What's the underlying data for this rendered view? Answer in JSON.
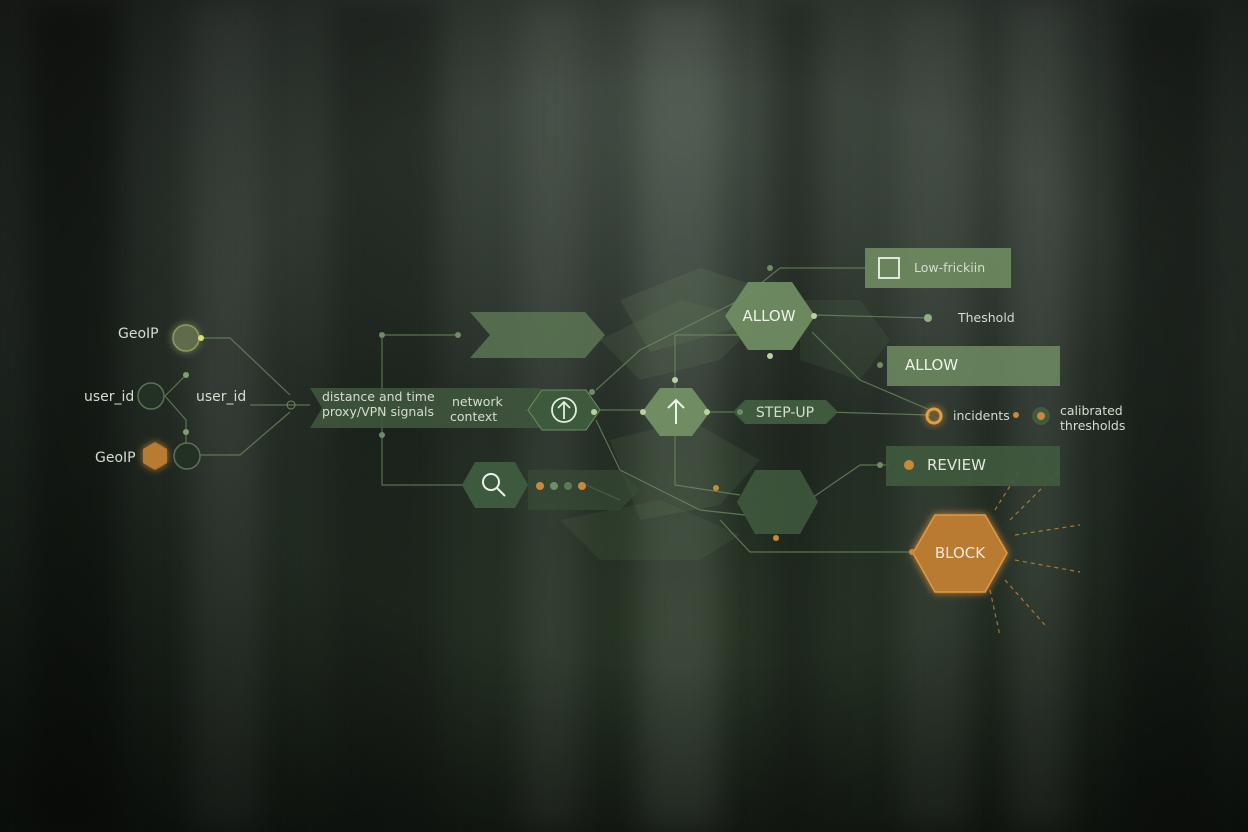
{
  "inputs": {
    "geoip_top": "GeoIP",
    "user_id_left": "user_id",
    "user_id_right": "user_id",
    "geoip_bottom": "GeoIP"
  },
  "signals": {
    "distance_line1": "distance and time",
    "distance_line2": "proxy/VPN signals",
    "network_line1": "network",
    "network_line2": "context"
  },
  "outcomes": {
    "low_friction": "Low-frickiin",
    "allow_hex": "ALLOW",
    "threshold": "Theshold",
    "allow_bar": "ALLOW",
    "step_up": "STEP-UP",
    "incidents": "incidents",
    "calibrated_line1": "calibrated",
    "calibrated_line2": "thresholds",
    "review": "REVIEW",
    "block": "BLOCK"
  },
  "icons": [
    "checkbox-icon",
    "up-arrow-icon",
    "search-icon"
  ],
  "colors": {
    "green": "#6f8c62",
    "amber": "#c88a3a",
    "text": "#d5ddd0"
  }
}
